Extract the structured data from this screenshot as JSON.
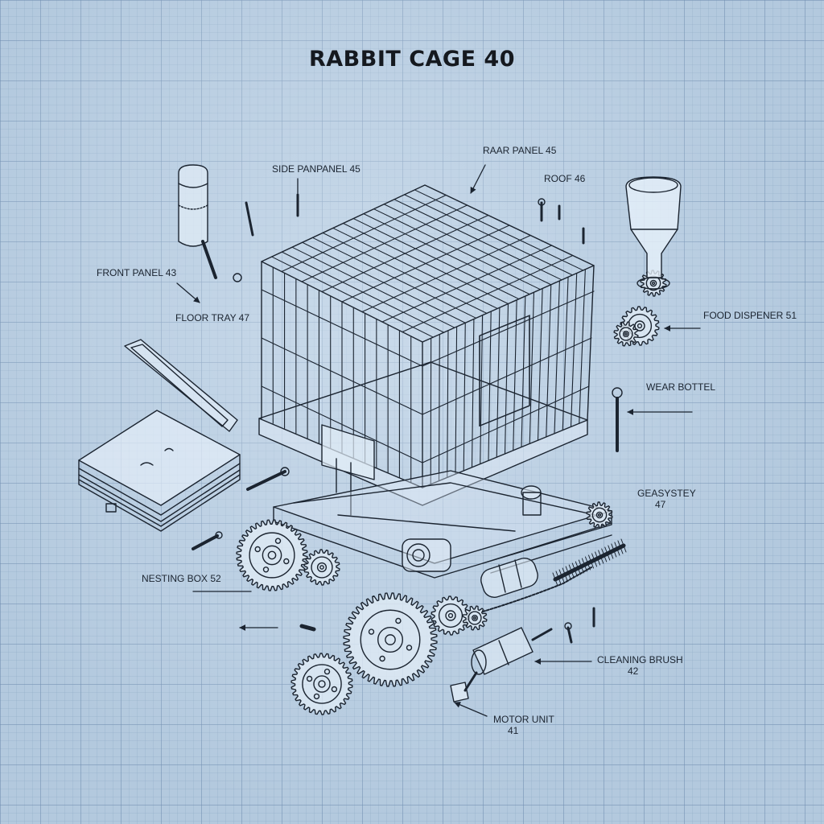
{
  "title": "RABBIT CAGE 40",
  "labels": {
    "side_panel": "SIDE PANPANEL 45",
    "rear_panel": "RAAR PANEL 45",
    "roof": "ROOF 46",
    "front_panel": "FRONT PANEL 43",
    "floor_tray": "FLOOR TRAY 47",
    "food_dispenser": "FOOD DISPENER 51",
    "water_bottle": "WEAR BOTTEL",
    "gear_system": {
      "name": "GEASYSTEY",
      "number": "47"
    },
    "nesting_box": "NESTING BOX 52",
    "cleaning_brush": {
      "name": "CLEANING BRUSH",
      "number": "42"
    },
    "motor_unit": {
      "name": "MOTOR UNIT",
      "number": "41"
    }
  },
  "colors": {
    "background": "#b3c9de",
    "ink": "#1b2430"
  }
}
